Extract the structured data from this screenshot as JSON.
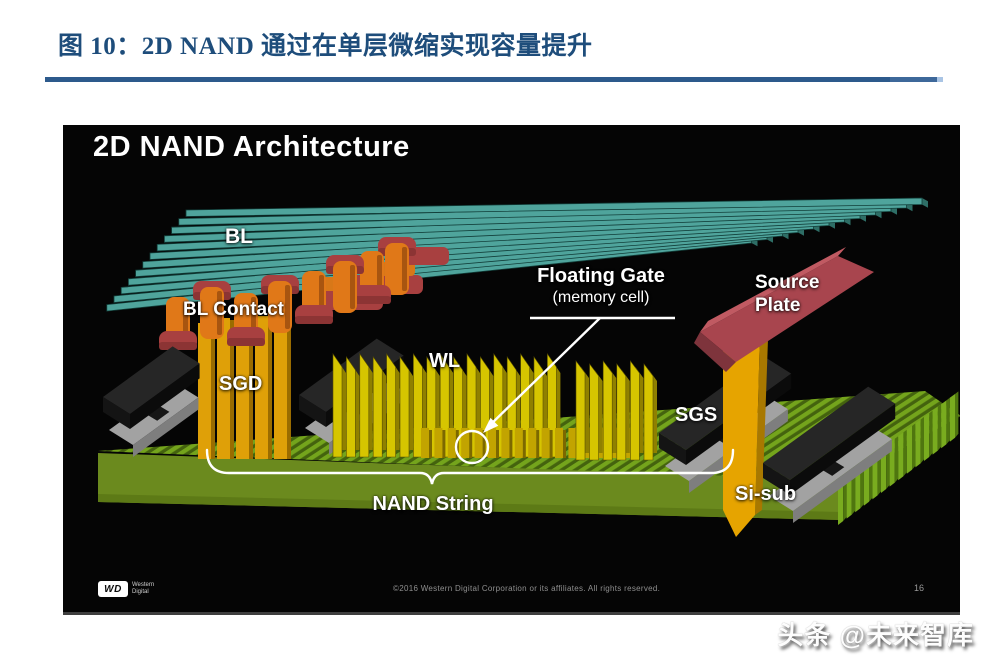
{
  "page": {
    "figure_title": "图 10：2D NAND 通过在单层微缩实现容量提升",
    "watermark": "头条 @未来智库"
  },
  "slide": {
    "title": "2D NAND Architecture",
    "labels": {
      "bl": "BL",
      "bl_contact": "BL Contact",
      "sgd": "SGD",
      "wl": "WL",
      "floating_gate_line1": "Floating Gate",
      "floating_gate_line2": "(memory cell)",
      "source_plate_line1": "Source",
      "source_plate_line2": "Plate",
      "sgs": "SGS",
      "nand_string": "NAND String",
      "si_sub": "Si-sub"
    },
    "footer": {
      "logo_mark": "WD",
      "logo_name_line1": "Western",
      "logo_name_line2": "Digital",
      "copyright": "©2016  Western Digital Corporation  or its affiliates.  All rights reserved.",
      "page_number": "16"
    },
    "colors": {
      "accent_blue": "#1e4d7b",
      "rule_blue": "#2d5a8c",
      "bit_line_teal": "#4fa49c",
      "contact_orange": "#e07818",
      "contact_red": "#a84040",
      "gate_gold": "#dfa008",
      "wl_yellow": "#d6c500",
      "source_plate_red": "#a8454e",
      "substrate_olive": "#6b8a1e",
      "substrate_bright": "#74a41c",
      "block_dark": "#262626",
      "block_base_gray": "#a2a2a2"
    }
  }
}
